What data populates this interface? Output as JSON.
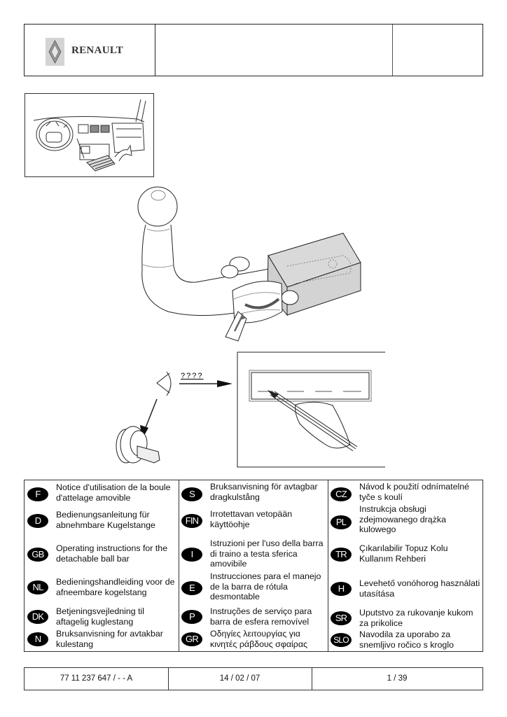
{
  "header": {
    "brand": "RENAULT"
  },
  "illustrations": {
    "dashboard": "glovebox-manual-illustration",
    "towbar": "detachable-ball-bar-illustration",
    "key_note": {
      "placeholder_marks": "????"
    }
  },
  "languages": {
    "columns": [
      [
        {
          "code": "F",
          "text": "Notice d'utilisation de la boule d'attelage amovible"
        },
        {
          "code": "D",
          "text": "Bedienungsanleitung für abnehmbare Kugelstange"
        },
        {
          "code": "GB",
          "text": "Operating instructions for the detachable ball bar"
        },
        {
          "code": "NL",
          "text": "Bedieningshandleiding voor de afneembare kogelstang"
        },
        {
          "code": "DK",
          "text": "Betjeningsvejledning til aftagelig kuglestang"
        },
        {
          "code": "N",
          "text": "Bruksanvisning for avtakbar kulestang"
        }
      ],
      [
        {
          "code": "S",
          "text": "Bruksanvisning för avtagbar dragkulstång"
        },
        {
          "code": "FIN",
          "text": "Irrotettavan vetopään käyttöohje"
        },
        {
          "code": "I",
          "text": "Istruzioni per l'uso della barra di traino a testa sferica amovibile"
        },
        {
          "code": "E",
          "text": "Instrucciones para el manejo de la barra de rótula desmontable"
        },
        {
          "code": "P",
          "text": "Instruções de serviço para barra de esfera removível"
        },
        {
          "code": "GR",
          "text": "Οδηγίες λειτουργίας για κινητές ράβδους σφαίρας"
        }
      ],
      [
        {
          "code": "CZ",
          "text": "Návod k použití odnímatelné tyče s koulí"
        },
        {
          "code": "PL",
          "text": "Instrukcja obsługi zdejmowanego drążka kulowego"
        },
        {
          "code": "TR",
          "text": "Çıkarılabilir Topuz Kolu Kullanım Rehberi"
        },
        {
          "code": "H",
          "text": "Levehető vonóhorog használati utasítása"
        },
        {
          "code": "SR",
          "text": "Uputstvo za rukovanje kukom za prikolice"
        },
        {
          "code": "SLO",
          "text": "Navodila za uporabo za snemljivo ročico s kroglo"
        }
      ]
    ]
  },
  "footer": {
    "reference": "77 11 237 647 / - - A",
    "date": "14 / 02 / 07",
    "page": "1 / 39"
  }
}
